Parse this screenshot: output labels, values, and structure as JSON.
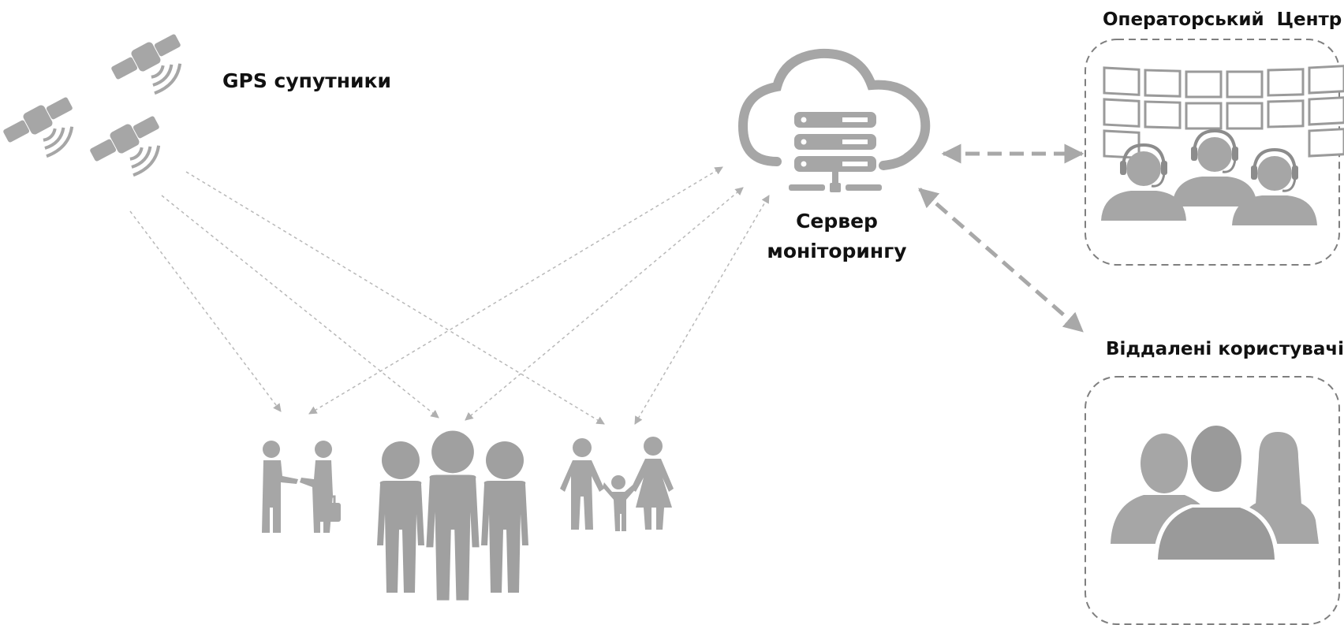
{
  "labels": {
    "gps": "GPS супутники",
    "server_line1": "Сервер",
    "server_line2": "моніторингу",
    "operator_center": "Операторський  Центр",
    "remote_users": "Віддалені користувачі"
  },
  "colors": {
    "icon_gray": "#a6a6a6",
    "icon_dark": "#8c8c8c",
    "arrow_gray": "#b8b8b8",
    "dashed_box": "#7f7f7f",
    "text": "#111111"
  },
  "icons": [
    "satellite-icon",
    "cloud-server-icon",
    "operator-team-icon",
    "remote-users-icon",
    "handshake-people-icon",
    "group-people-icon",
    "family-icon"
  ]
}
